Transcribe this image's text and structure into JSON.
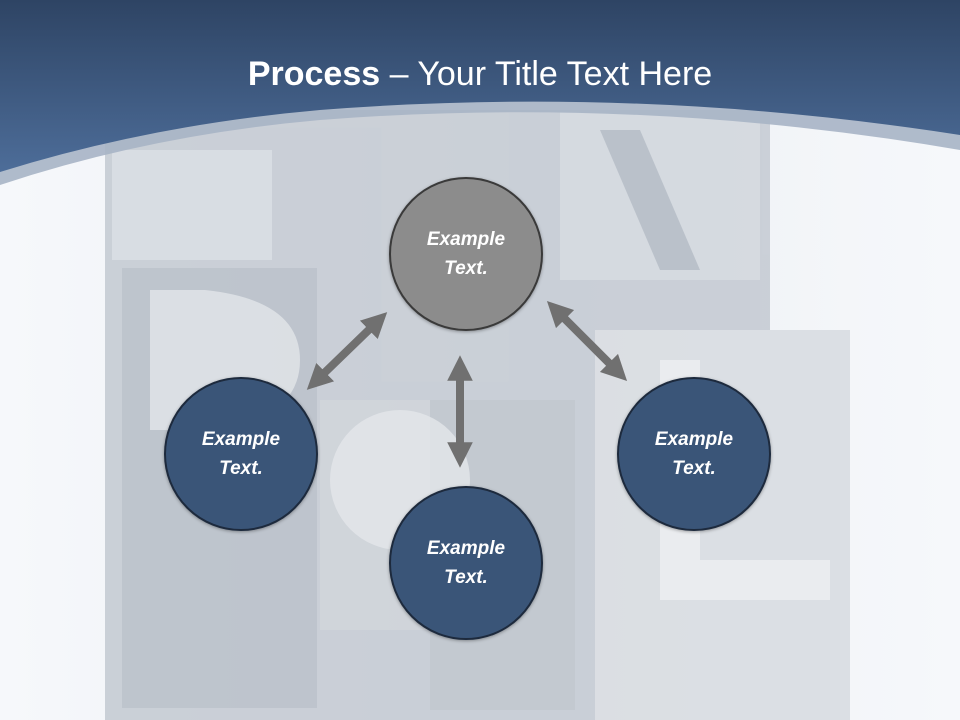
{
  "slide": {
    "title_bold": "Process",
    "title_rest": " – Your Title Text Here"
  },
  "process": {
    "center": "Example\nText.",
    "left": "Example\nText.",
    "bottom": "Example\nText.",
    "right": "Example\nText."
  },
  "colors": {
    "header_top": "#2e4464",
    "header_bottom": "#4a6a96",
    "circle_dark": "#3a5578",
    "circle_grey": "#8c8c8c",
    "arrow": "#707070"
  }
}
